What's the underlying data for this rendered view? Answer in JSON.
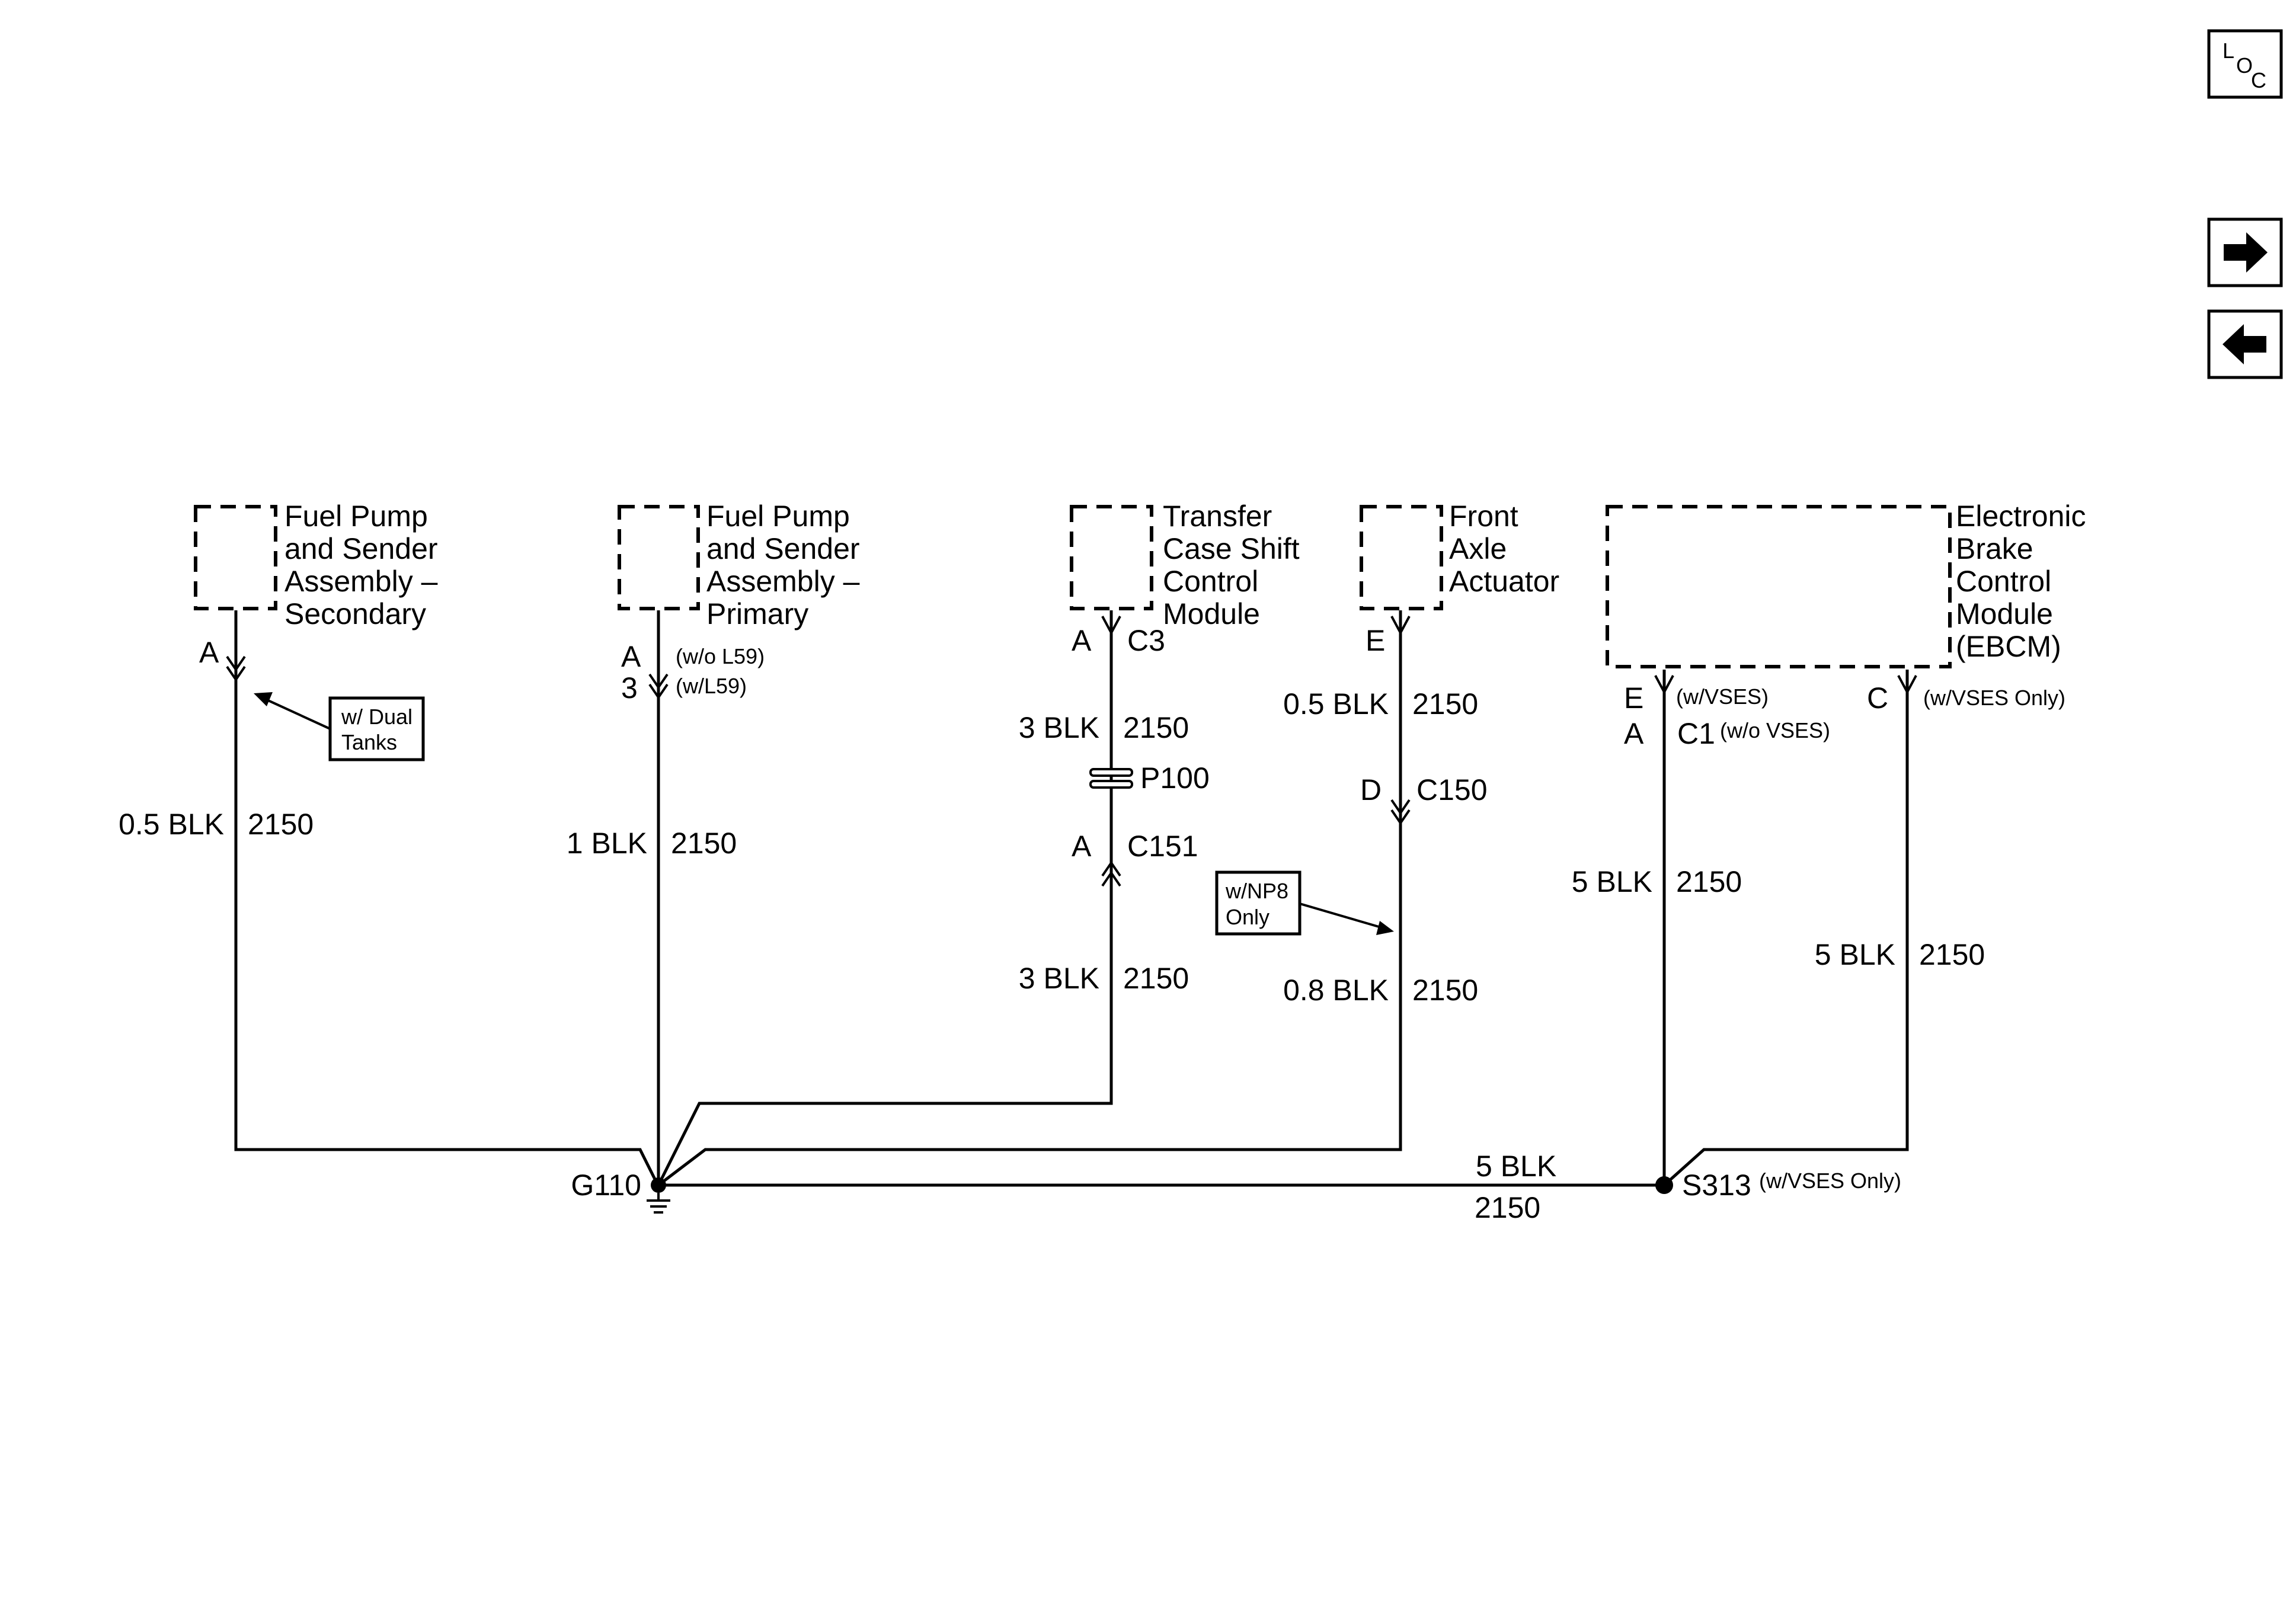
{
  "nav": {
    "loc_letters": [
      "L",
      "O",
      "C"
    ],
    "forward_icon": "arrow-right-icon",
    "back_icon": "arrow-left-icon"
  },
  "components": {
    "fuel_pump_secondary": [
      "Fuel Pump",
      "and Sender",
      "Assembly –",
      "Secondary"
    ],
    "fuel_pump_primary": [
      "Fuel Pump",
      "and Sender",
      "Assembly –",
      "Primary"
    ],
    "transfer_case": [
      "Transfer",
      "Case Shift",
      "Control",
      "Module"
    ],
    "front_axle": [
      "Front",
      "Axle",
      "Actuator"
    ],
    "ebcm": [
      "Electronic",
      "Brake",
      "Control",
      "Module",
      "(EBCM)"
    ]
  },
  "pins": {
    "sec_a": "A",
    "pri_a": "A",
    "pri_a_note": "(w/o L59)",
    "pri_3": "3",
    "pri_3_note": "(w/L59)",
    "tc_a": "A",
    "tc_conn": "C3",
    "fa_e": "E",
    "c150_pin": "D",
    "c150": "C150",
    "c151_pin": "A",
    "c151": "C151",
    "p100": "P100",
    "ebcm_e": "E",
    "ebcm_e_note": "(w/VSES)",
    "ebcm_a": "A",
    "ebcm_c1": "C1",
    "ebcm_c1_note": "(w/o VSES)",
    "ebcm_c": "C",
    "ebcm_c_note": "(w/VSES Only)"
  },
  "wires": {
    "sec": {
      "size": "0.5 BLK",
      "circuit": "2150"
    },
    "pri": {
      "size": "1 BLK",
      "circuit": "2150"
    },
    "tc_upper": {
      "size": "3 BLK",
      "circuit": "2150"
    },
    "tc_lower": {
      "size": "3 BLK",
      "circuit": "2150"
    },
    "fa_upper": {
      "size": "0.5 BLK",
      "circuit": "2150"
    },
    "fa_lower": {
      "size": "0.8 BLK",
      "circuit": "2150"
    },
    "ebcm_e": {
      "size": "5 BLK",
      "circuit": "2150"
    },
    "ebcm_c": {
      "size": "5 BLK",
      "circuit": "2150"
    },
    "bus": {
      "size": "5 BLK",
      "circuit": "2150"
    }
  },
  "notes": {
    "dual_tanks": [
      "w/ Dual",
      "Tanks"
    ],
    "np8": [
      "w/NP8",
      "Only"
    ]
  },
  "ground": {
    "label": "G110"
  },
  "splice": {
    "label": "S313",
    "note": "(w/VSES Only)"
  }
}
